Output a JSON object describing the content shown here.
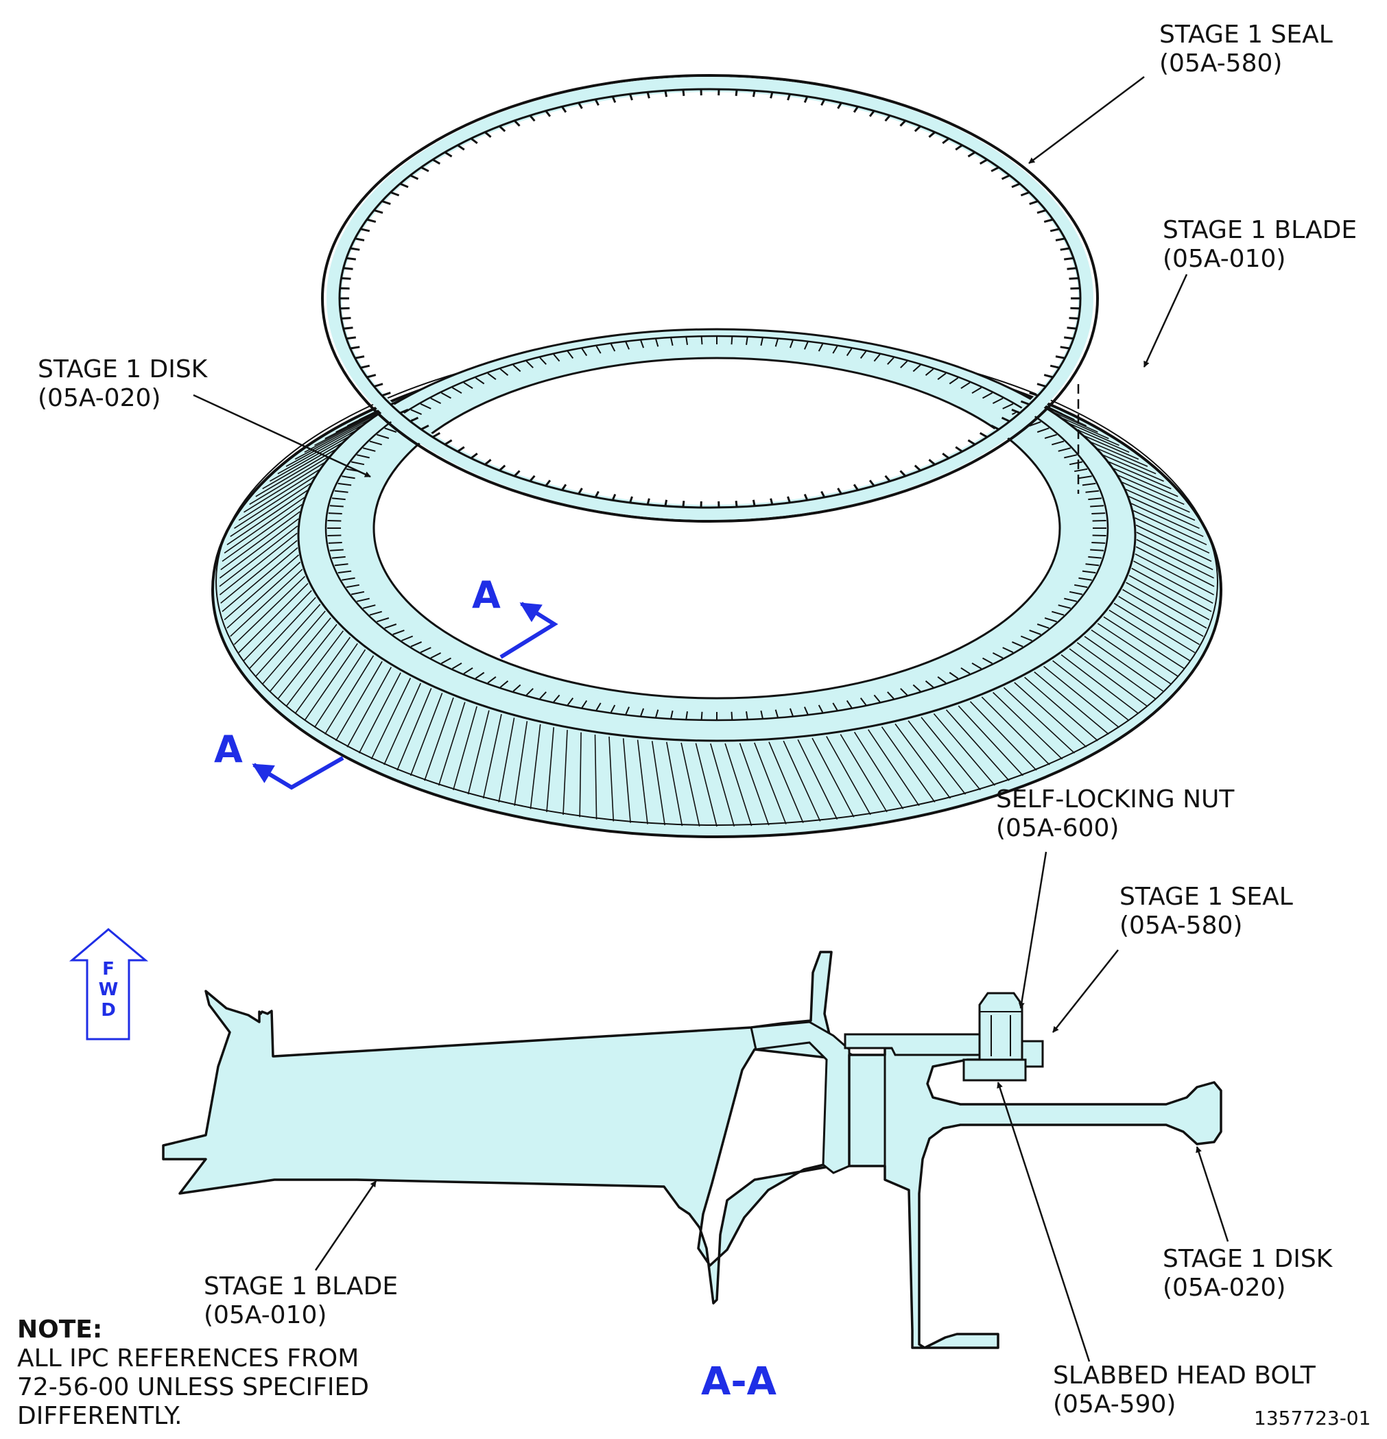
{
  "callouts": {
    "seal_top": {
      "name": "STAGE 1 SEAL",
      "ref": "(05A-580)"
    },
    "blade_top": {
      "name": "STAGE 1 BLADE",
      "ref": "(05A-010)"
    },
    "disk_top": {
      "name": "STAGE 1 DISK",
      "ref": "(05A-020)"
    },
    "nut": {
      "name": "SELF-LOCKING NUT",
      "ref": "(05A-600)"
    },
    "seal_sec": {
      "name": "STAGE 1 SEAL",
      "ref": "(05A-580)"
    },
    "disk_sec": {
      "name": "STAGE 1 DISK",
      "ref": "(05A-020)"
    },
    "blade_sec": {
      "name": "STAGE 1 BLADE",
      "ref": "(05A-010)"
    },
    "bolt": {
      "name": "SLABBED HEAD BOLT",
      "ref": "(05A-590)"
    }
  },
  "section_marker": "A",
  "section_title": "A-A",
  "fwd": [
    "F",
    "W",
    "D"
  ],
  "note": {
    "heading": "NOTE:",
    "lines": [
      "ALL IPC REFERENCES FROM",
      "72-56-00 UNLESS SPECIFIED",
      "DIFFERENTLY."
    ]
  },
  "figure_id": "1357723-01",
  "colors": {
    "fill": "#cff3f4",
    "line": "#111111",
    "marker": "#1f2ee6"
  }
}
